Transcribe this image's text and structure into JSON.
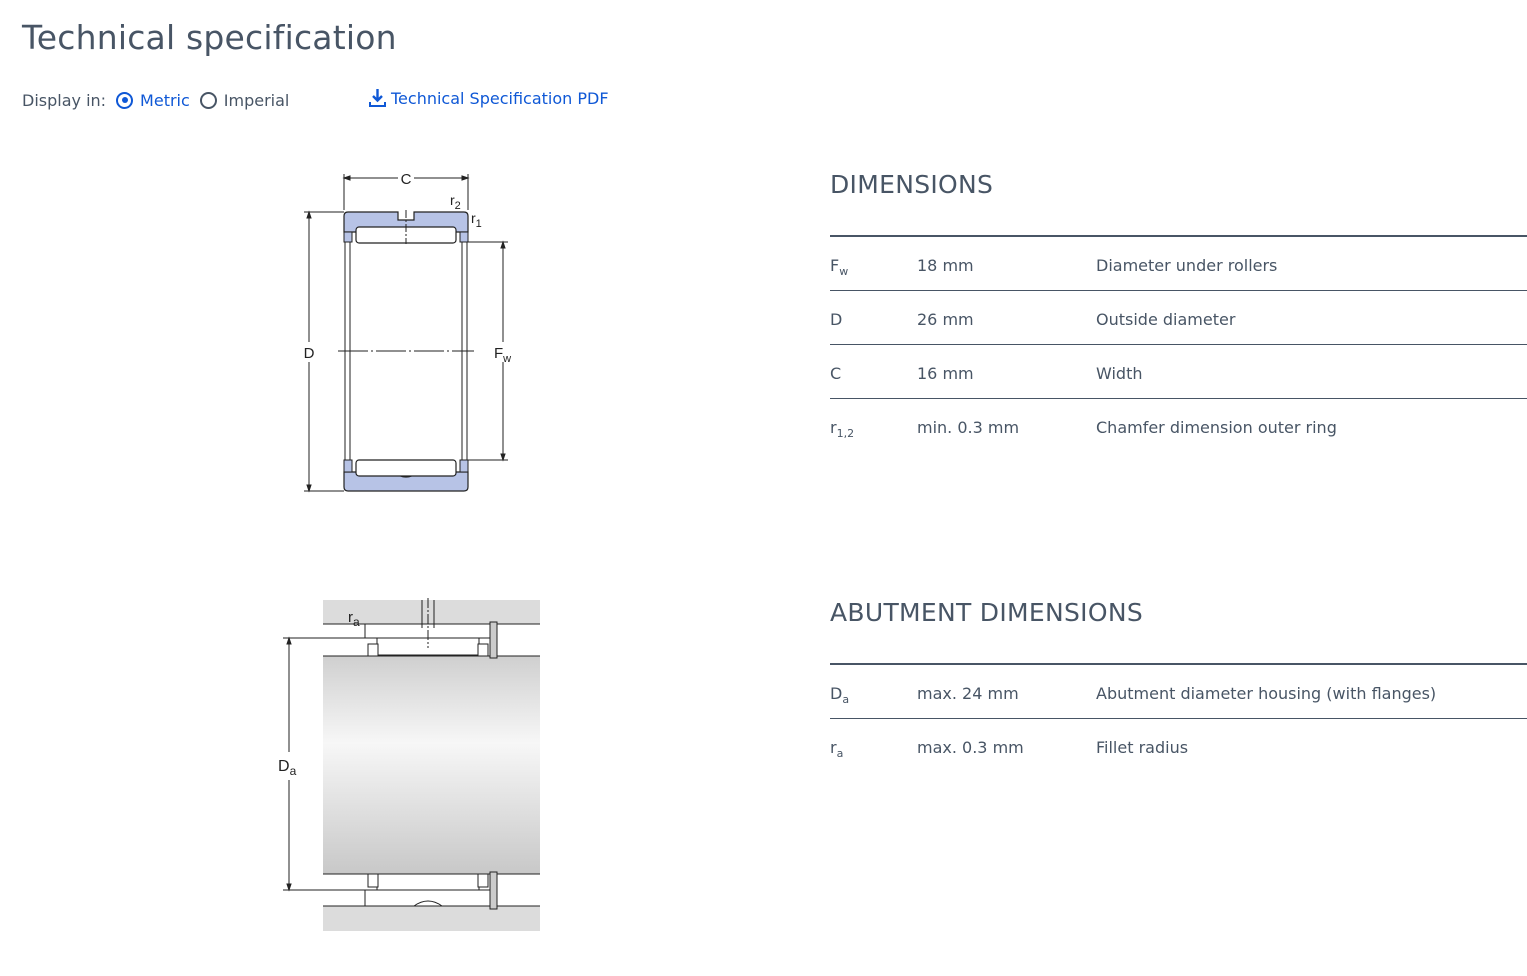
{
  "page": {
    "title": "Technical specification"
  },
  "display": {
    "label": "Display in:",
    "options": [
      {
        "label": "Metric",
        "selected": true
      },
      {
        "label": "Imperial",
        "selected": false
      }
    ]
  },
  "pdf": {
    "label": "Technical Specification PDF",
    "icon": "download-icon"
  },
  "diagram1": {
    "labels": {
      "C": "C",
      "D": "D",
      "Fw_main": "F",
      "Fw_sub": "w",
      "r2_main": "r",
      "r2_sub": "2",
      "r1_main": "r",
      "r1_sub": "1"
    }
  },
  "diagram2": {
    "labels": {
      "ra_main": "r",
      "ra_sub": "a",
      "Da_main": "D",
      "Da_sub": "a"
    }
  },
  "dimensions": {
    "heading": "DIMENSIONS",
    "rows": [
      {
        "symbol": "F",
        "sub": "w",
        "value": "18 mm",
        "desc": "Diameter under rollers"
      },
      {
        "symbol": "D",
        "sub": "",
        "value": "26 mm",
        "desc": "Outside diameter"
      },
      {
        "symbol": "C",
        "sub": "",
        "value": "16 mm",
        "desc": "Width"
      },
      {
        "symbol": "r",
        "sub": "1,2",
        "value": "min. 0.3 mm",
        "desc": "Chamfer dimension outer ring"
      }
    ]
  },
  "abutment": {
    "heading": "ABUTMENT DIMENSIONS",
    "rows": [
      {
        "symbol": "D",
        "sub": "a",
        "value": "max. 24 mm",
        "desc": "Abutment diameter housing (with flanges)"
      },
      {
        "symbol": "r",
        "sub": "a",
        "value": "max. 0.3 mm",
        "desc": "Fillet radius"
      }
    ]
  },
  "colors": {
    "text": "#485565",
    "accent": "#0f58d6",
    "ring_fill": "#b7c3e6"
  }
}
